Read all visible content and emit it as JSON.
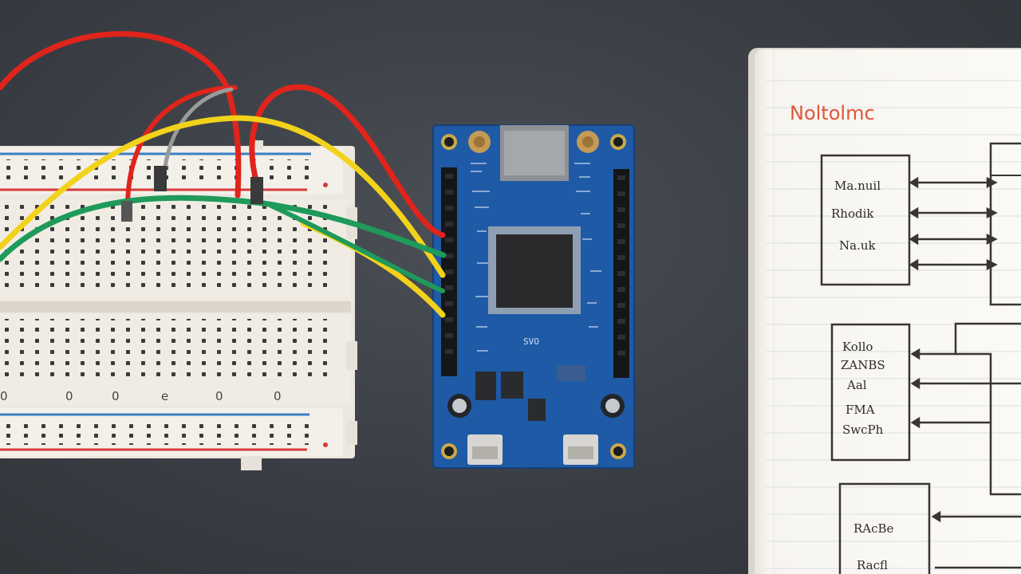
{
  "scene": {
    "surface_color": "#3d4147",
    "wire_colors": [
      "#e0241c",
      "#f2d21b",
      "#1f9a5a",
      "#9a9a9a"
    ]
  },
  "breadboard": {
    "rail_colors": {
      "red": "#d63a3a",
      "blue": "#3b7fc4"
    },
    "row_labels": [
      "0",
      "0",
      "0",
      "e",
      "0",
      "0"
    ]
  },
  "dev_board": {
    "pcb_color": "#1f5aa6",
    "chip_color": "#2a2a2c",
    "chip_label": "",
    "silk_label": "SVO"
  },
  "notebook": {
    "title": "Noltolmc",
    "title_color": "#e0553a",
    "block1_lines": [
      "Ma.nuil",
      "Rhodik",
      "Na.uk"
    ],
    "block2_lines": [
      "Kollo",
      "ZANBS",
      "Aal",
      "FMA",
      "SwcPh"
    ],
    "block3_lines": [
      "RAcBe",
      "Racfl"
    ]
  }
}
